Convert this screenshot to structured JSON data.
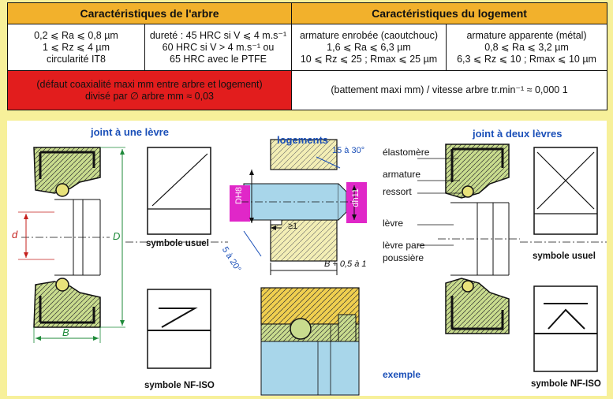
{
  "table": {
    "header_left": "Caractéristiques de l'arbre",
    "header_right": "Caractéristiques du logement",
    "arbre_col1": [
      "0,2 ⩽ Ra ⩽ 0,8 µm",
      "1 ⩽ Rz ⩽ 4 µm",
      "circularité IT8"
    ],
    "arbre_col2": [
      "dureté : 45 HRC si V ⩽ 4 m.s⁻¹",
      "60 HRC si V > 4 m.s⁻¹ ou",
      "65 HRC avec le PTFE"
    ],
    "logement_col1": [
      "armature enrobée (caoutchouc)",
      "1,6 ⩽ Ra ⩽ 6,3 µm",
      "10 ⩽ Rz ⩽ 25 ; Rmax ⩽ 25 µm"
    ],
    "logement_col2": [
      "armature apparente (métal)",
      "0,8 ⩽ Ra ⩽ 3,2 µm",
      "6,3 ⩽ Rz ⩽ 10 ; Rmax ⩽ 10 µm"
    ],
    "coaxialite": [
      "(défaut coaxialité maxi mm entre arbre et logement)",
      "divisé par ∅ arbre mm ≈ 0,03"
    ],
    "battement": "(battement maxi mm) / vitesse arbre tr.min⁻¹ ≈ 0,000 1"
  },
  "diagram": {
    "title_left": "joint à une lèvre",
    "title_middle": "logements",
    "title_right": "joint à deux lèvres",
    "dim_d": "d",
    "dim_D": "D",
    "dim_B": "B",
    "dim_DH8": "DH8",
    "dim_dh11": "dh11",
    "angle_top": "15 à 30°",
    "angle_bottom": "5 à 20°",
    "dim_ge1": "≥1",
    "dim_B05": "B + 0,5 à 1",
    "label_elastomere": "élastomère",
    "label_armature": "armature",
    "label_ressort": "ressort",
    "label_levre": "lèvre",
    "label_levre_pare": "lèvre pare",
    "label_poussiere": "poussière",
    "symbole_usuel": "symbole usuel",
    "symbole_nfiso": "symbole NF-ISO",
    "exemple": "exemple"
  }
}
